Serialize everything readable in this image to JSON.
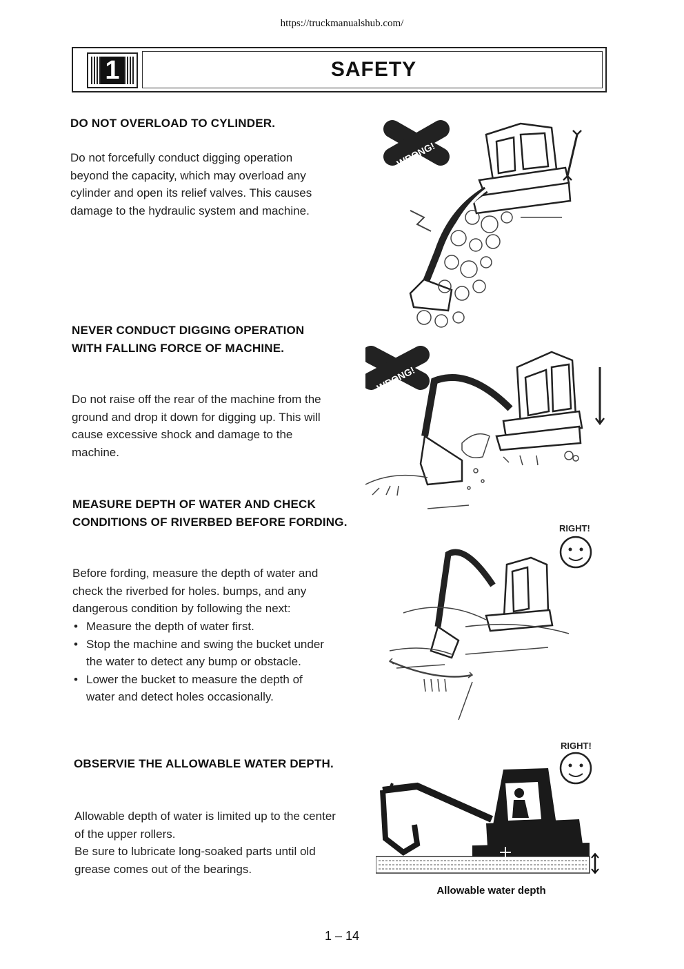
{
  "url": "https://truckmanualshub.com/",
  "header": {
    "chapter": "1",
    "title": "SAFETY"
  },
  "sections": [
    {
      "heading": "DO NOT OVERLOAD TO CYLINDER.",
      "body": "Do not forcefully conduct digging operation beyond the capacity, which may overload any cylinder and open its relief valves. This causes damage to the hydraulic system and machine.",
      "badge": "WRONG!"
    },
    {
      "heading": "NEVER CONDUCT DIGGING OPERATION WITH FALLING FORCE OF MACHINE.",
      "body": "Do not raise off the rear of the machine from the ground and drop it down for digging up. This will cause excessive shock and damage to the machine.",
      "badge": "WRONG!"
    },
    {
      "heading": "MEASURE DEPTH OF WATER AND CHECK CONDITIONS OF RIVERBED BEFORE FORDING.",
      "body": "Before fording, measure the depth of water and check the riverbed for holes. bumps, and any dangerous condition by following the next:",
      "bullets": [
        "Measure the depth of water first.",
        "Stop the machine and swing the bucket under the water to detect any bump or obstacle.",
        "Lower the bucket to measure the depth of water and detect holes occasionally."
      ],
      "badge": "RIGHT!"
    },
    {
      "heading": "OBSERVIE THE ALLOWABLE WATER DEPTH.",
      "body1": "Allowable depth of water is limited up to the center of the upper rollers.",
      "body2": "Be sure to lubricate long-soaked parts until old grease comes out of the bearings.",
      "badge": "RIGHT!",
      "caption": "Allowable water depth"
    }
  ],
  "page_number": "1 – 14"
}
